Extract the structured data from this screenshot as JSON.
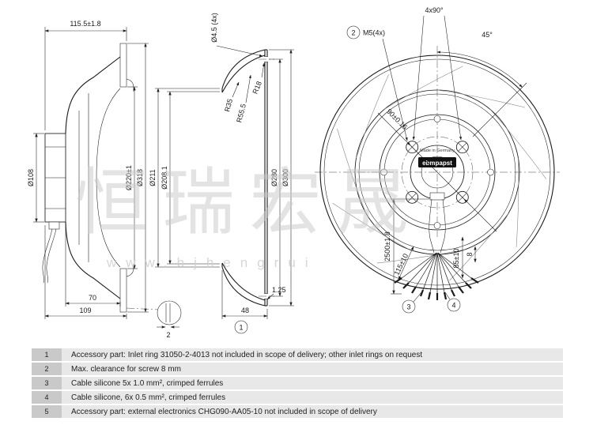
{
  "watermark": {
    "cjk": "恒瑞宏晟",
    "url": "www.bjhengrui"
  },
  "side_view": {
    "dim_width": "115.5±1.8",
    "dim_motor": "Ø108",
    "dim_inlet": "Ø220±1",
    "dim_housing": "Ø318",
    "dim_70": "70",
    "dim_109": "109",
    "dim_plate": "2"
  },
  "section_view": {
    "dim_holes": "Ø4.5 (4x)",
    "dim_r35": "R35",
    "dim_r555": "R55.5",
    "dim_r18": "R18",
    "dim_d211": "Ø211",
    "dim_d2081": "Ø208.1",
    "dim_d280": "Ø280",
    "dim_d300": "Ø300",
    "dim_48": "48",
    "dim_125": "1.25",
    "callout_1": "1"
  },
  "front_view": {
    "dim_4x90": "4x90°",
    "dim_45": "45°",
    "callout_2": "2",
    "dim_m5": "M5(4x)",
    "dim_90": "90±0.16",
    "dim_cable": "2500±1.8",
    "dim_115": "115±10",
    "dim_85": "85±10",
    "dim_8": "8",
    "callout_3": "3",
    "callout_4": "4",
    "logo": "ebmpapst",
    "made_in": "Made in Germany"
  },
  "notes": [
    {
      "num": "1",
      "text": "Accessory part: Inlet ring 31050-2-4013 not included in scope of delivery; other inlet rings on request"
    },
    {
      "num": "2",
      "text": "Max. clearance for screw 8 mm"
    },
    {
      "num": "3",
      "text": "Cable silicone 5x 1.0 mm², crimped ferrules"
    },
    {
      "num": "4",
      "text": "Cable silicone, 6x 0.5 mm², crimped ferrules"
    },
    {
      "num": "5",
      "text": "Accessory part: external electronics CHG090-AA05-10 not included in scope of delivery"
    }
  ]
}
